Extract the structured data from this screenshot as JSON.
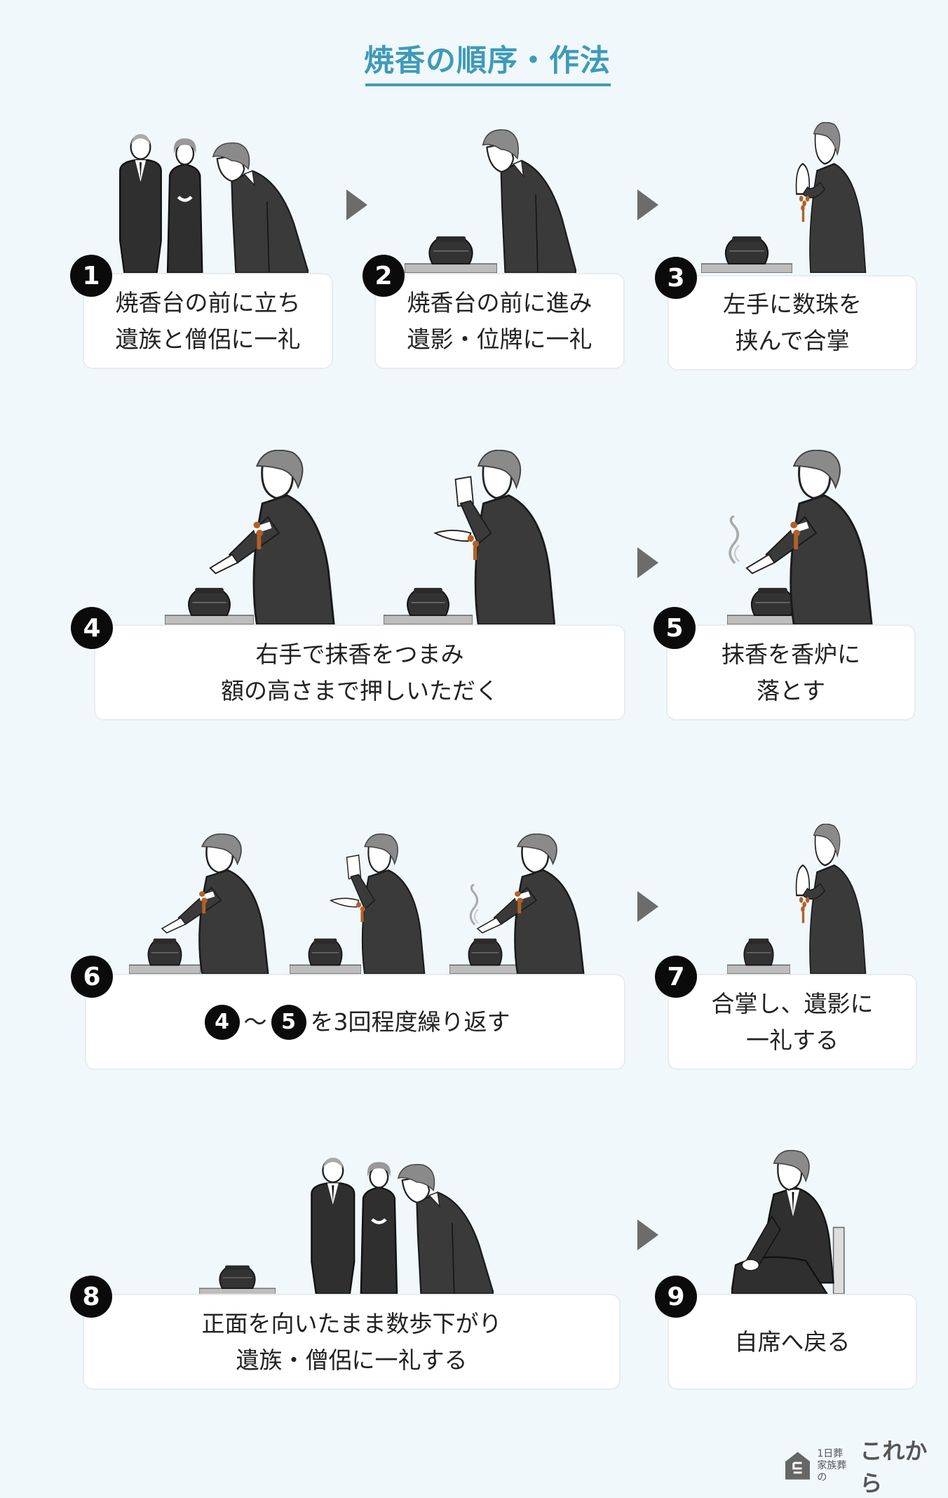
{
  "title": "焼香の順序・作法",
  "colors": {
    "accent": "#3f9ab8",
    "background": "#f0f8fc",
    "badge": "#0b0b0b",
    "arrow": "#6c6c6c"
  },
  "steps": [
    {
      "number": "1",
      "lines": [
        "焼香台の前に立ち",
        "遺族と僧侶に一礼"
      ]
    },
    {
      "number": "2",
      "lines": [
        "焼香台の前に進み",
        "遺影・位牌に一礼"
      ]
    },
    {
      "number": "3",
      "lines": [
        "左手に数珠を",
        "挟んで合掌"
      ]
    },
    {
      "number": "4",
      "lines": [
        "右手で抹香をつまみ",
        "額の高さまで押しいただく"
      ]
    },
    {
      "number": "5",
      "lines": [
        "抹香を香炉に",
        "落とす"
      ]
    },
    {
      "number": "6",
      "ref_from": "4",
      "tilde": "～",
      "ref_to": "5",
      "text": "を3回程度繰り返す"
    },
    {
      "number": "7",
      "lines": [
        "合掌し、遺影に",
        "一礼する"
      ]
    },
    {
      "number": "8",
      "lines": [
        "正面を向いたまま数歩下がり",
        "遺族・僧侶に一礼する"
      ]
    },
    {
      "number": "9",
      "lines": [
        "自席へ戻る"
      ]
    }
  ],
  "logo": {
    "line1": "1日葬",
    "line2": "家族葬の",
    "brand": "これから",
    "mark": "こ"
  }
}
